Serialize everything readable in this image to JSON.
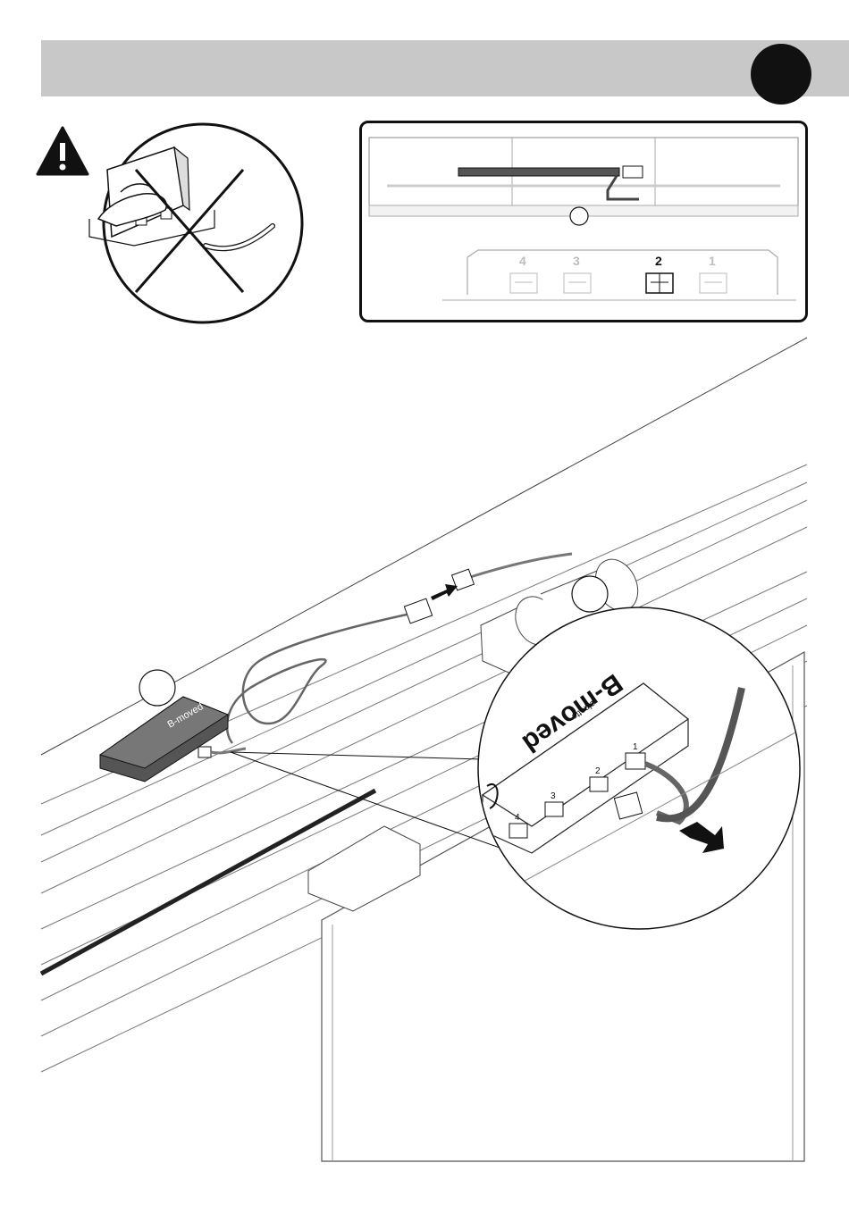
{
  "header": {
    "step_marker": ""
  },
  "inset": {
    "ports": [
      {
        "label": "4",
        "active": false
      },
      {
        "label": "3",
        "active": false
      },
      {
        "label": "2",
        "active": true
      },
      {
        "label": "1",
        "active": false
      }
    ]
  },
  "device": {
    "brand": "B-moved",
    "sub_brand": "elnette",
    "port_numbers": [
      "1",
      "2",
      "3",
      "4"
    ]
  },
  "colors": {
    "header_bar": "#c8c8c8",
    "line": "#111111",
    "muted": "#bdbdbd"
  },
  "icons": [
    "warning-triangle-icon",
    "prohibited-cross-icon",
    "arrow-right-icon",
    "arrow-left-icon"
  ]
}
